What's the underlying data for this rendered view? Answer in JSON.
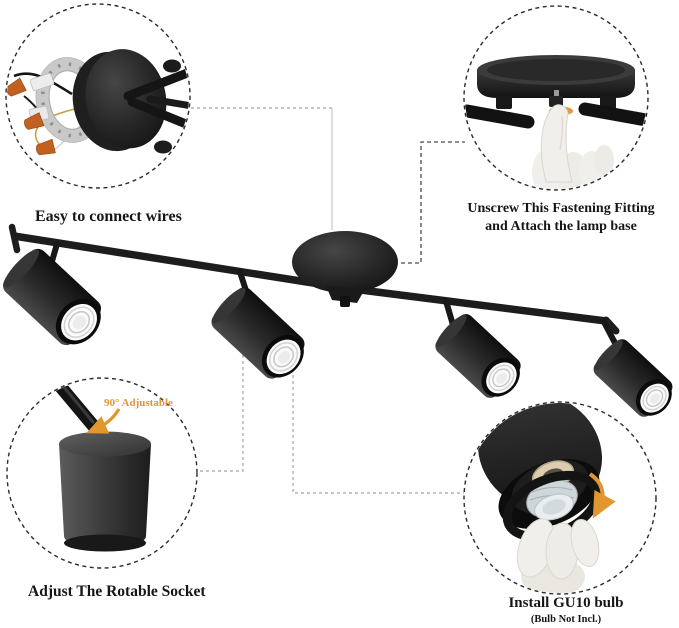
{
  "page": {
    "background": "#ffffff"
  },
  "callouts": {
    "wiring": {
      "caption": "Easy to connect wires"
    },
    "fastening": {
      "caption_line1": "Unscrew This Fastening Fitting",
      "caption_line2": "and Attach the lamp base"
    },
    "rotatable_socket": {
      "badge": "90° Adjustable",
      "caption": "Adjust The Rotable Socket"
    },
    "bulb": {
      "caption": "Install GU10 bulb",
      "subcaption": "(Bulb Not Incl.)"
    }
  },
  "product": {
    "type": "4-light adjustable track ceiling light",
    "spotlight_count": 4
  },
  "colors": {
    "accent_orange": "#E2962F",
    "product_black": "#1c1c1c",
    "text_black": "#161616",
    "dash_gray": "#a5a5a5",
    "dash_dark": "#4a4a4a"
  }
}
